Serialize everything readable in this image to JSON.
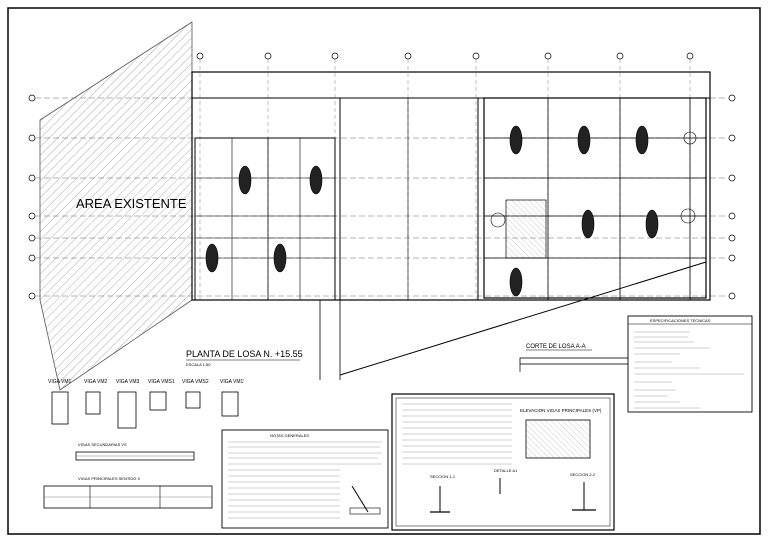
{
  "drawing": {
    "area_label": "AREA EXISTENTE",
    "plan_title": "PLANTA DE LOSA N. +15.55",
    "plan_scale": "ESCALA 1:50",
    "section_title": "CORTE DE LOSA A-A",
    "elevation_title": "ELEVACION VIGAS PRINCIPALES (VP)",
    "beam_labels": [
      "VIGA VM1",
      "VIGA VM2",
      "VIGA VM3",
      "VIGA VMS1",
      "VIGA VMS2",
      "VIGA VM1'"
    ],
    "secondary_beams": "VIGAS SECUNDARIAS VS",
    "main_beams": "VIGAS PRINCIPALES SENTIDO X",
    "sections": [
      "SECCION 1-1",
      "DETALLE A1",
      "SECCION 2-2"
    ],
    "specs_title": "ESPECIFICACIONES TECNICAS",
    "notes_title": "NOTAS GENERALES"
  }
}
